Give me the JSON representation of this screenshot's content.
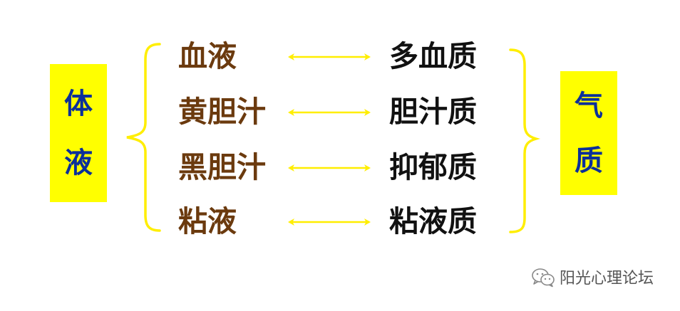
{
  "left_label": {
    "chars": [
      "体",
      "液"
    ]
  },
  "right_label": {
    "chars": [
      "气",
      "质"
    ]
  },
  "rows": [
    {
      "fluid": "血液",
      "temperament": "多血质"
    },
    {
      "fluid": "黄胆汁",
      "temperament": "胆汁质"
    },
    {
      "fluid": "黑胆汁",
      "temperament": "抑郁质"
    },
    {
      "fluid": "粘液",
      "temperament": "粘液质"
    }
  ],
  "watermark": {
    "text": "阳光心理论坛",
    "icon": "wechat-icon"
  },
  "colors": {
    "label_bg": "#ffff00",
    "label_text": "#0b2f9a",
    "fluid_text": "#6b3a0e",
    "temperament_text": "#111111",
    "bracket": "#ffee00",
    "arrow": "#ffee00"
  }
}
